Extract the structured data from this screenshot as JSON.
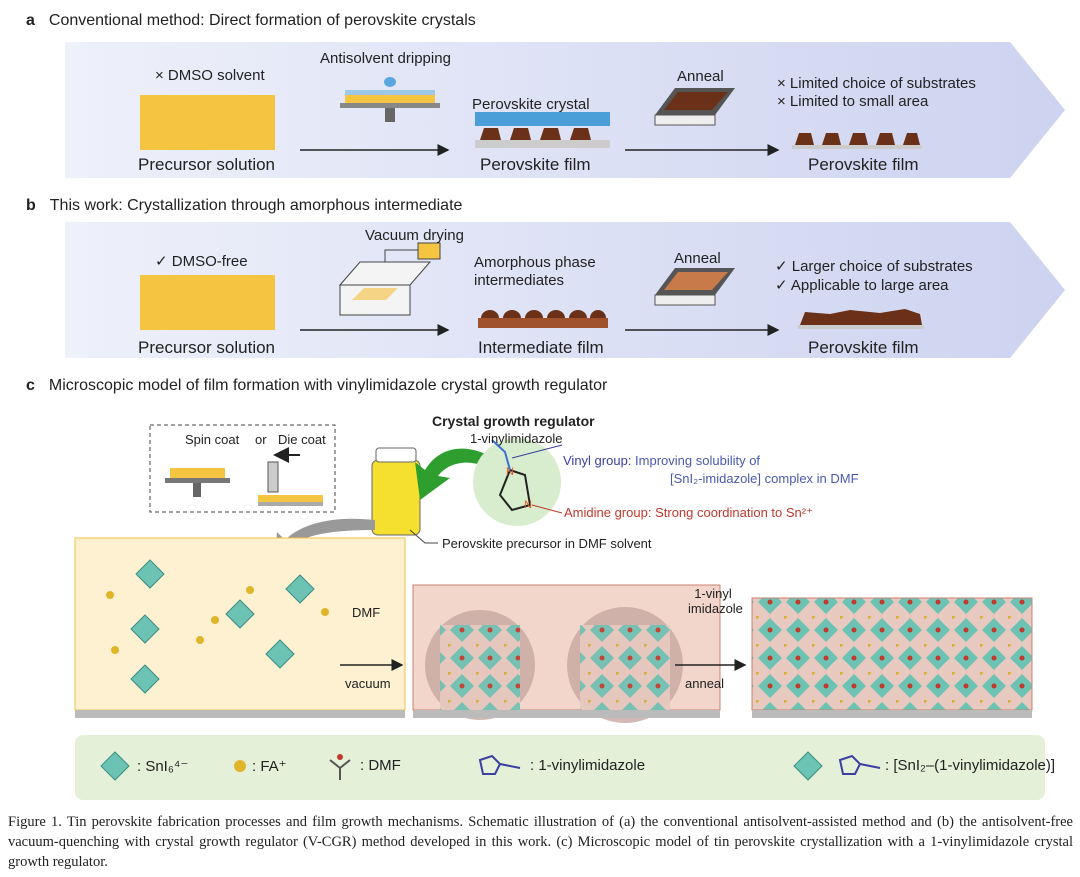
{
  "panel_a": {
    "letter": "a",
    "title": "Conventional method: Direct formation of perovskite crystals",
    "step1_note": "× DMSO solvent",
    "step1_label": "Precursor solution",
    "process1": "Antisolvent dripping",
    "step2_note": "Perovskite crystal",
    "step2_label": "Perovskite film",
    "process2": "Anneal",
    "result_notes": [
      "× Limited choice of substrates",
      "× Limited to small area"
    ],
    "step3_label": "Perovskite film"
  },
  "panel_b": {
    "letter": "b",
    "title": "This work: Crystallization through amorphous intermediate",
    "step1_note": "✓ DMSO-free",
    "step1_label": "Precursor solution",
    "process1": "Vacuum drying",
    "step2_note": "Amorphous phase intermediates",
    "step2_label": "Intermediate film",
    "process2": "Anneal",
    "result_notes": [
      "✓ Larger choice of substrates",
      "✓ Applicable to large area"
    ],
    "step3_label": "Perovskite film"
  },
  "panel_c": {
    "letter": "c",
    "title": "Microscopic model of film formation with vinylimidazole crystal growth regulator",
    "coating": {
      "spin": "Spin coat",
      "or": "or",
      "die": "Die coat"
    },
    "regulator_title": "Crystal growth regulator",
    "regulator_name": "1-vinylimidazole",
    "vinyl_label": "Vinyl group:",
    "vinyl_desc1": "Improving solubility of",
    "vinyl_desc2": "[SnI₂-imidazole] complex in DMF",
    "amidine_label": "Amidine group:",
    "amidine_desc": "Strong coordination to Sn²⁺",
    "jar_label": "Perovskite precursor in DMF solvent",
    "arrow1_top": "DMF",
    "arrow1_bottom": "vacuum",
    "arrow2_top": "1-vinyl imidazole",
    "arrow2_bottom": "anneal",
    "legend": [
      ":  SnI₆⁴⁻",
      ": FA⁺",
      ": DMF",
      ": 1-vinylimidazole",
      ": [SnI₂–(1-vinylimidazole)]"
    ]
  },
  "colors": {
    "band": "#dfe3f5",
    "precursor": "#f5c542",
    "perovskite": "#7a3a1e",
    "vinyl": "#3b3fa0",
    "amidine": "#c0392b",
    "legend_bg": "#e4f0d8",
    "octahedron": "#4fb8a8"
  },
  "caption": "Figure 1. Tin perovskite fabrication processes and film growth mechanisms. Schematic illustration of (a) the conventional antisolvent-assisted method and (b) the antisolvent-free vacuum-quenching with crystal growth regulator (V-CGR) method developed in this work. (c) Microscopic model of tin perovskite crystallization with a 1-vinylimidazole crystal growth regulator."
}
